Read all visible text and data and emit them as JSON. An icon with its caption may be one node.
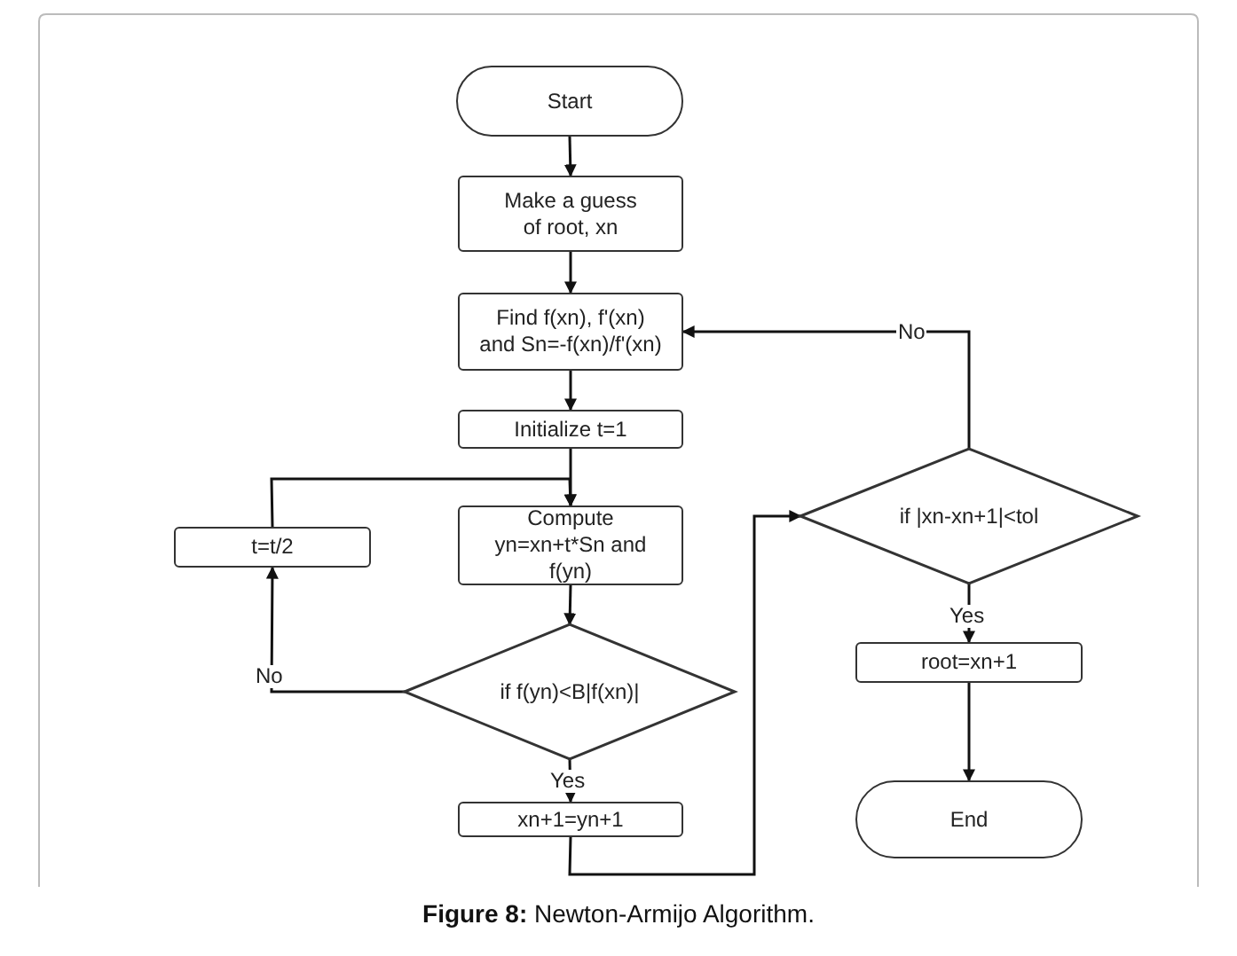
{
  "diagram": {
    "caption": "**Figure 8:** Newton-Armijo Algorithm.",
    "nodes": [
      {
        "text": [
          "Start"
        ]
      },
      {
        "text": [
          "Make a guess of root, xn"
        ]
      },
      {
        "text": [
          "Find f(xn), f'(xn) and Sn=-f(xn)/f'(xn)"
        ]
      },
      {
        "text": [
          "Initialize t=1"
        ]
      },
      {
        "text": [
          "Compute yn=xn+t*Sn and f(yn)"
        ]
      },
      {
        "text": [
          "t=t/2"
        ]
      },
      {
        "text": [
          "if f(yn)<B|f(xn)|"
        ]
      },
      {
        "text": [
          "xn+1=yn+1"
        ]
      },
      {
        "text": [
          "if |xn-xn+1|<tol"
        ]
      },
      {
        "text": [
          "root=xn+1"
        ]
      },
      {
        "text": [
          "End"
        ]
      }
    ],
    "edges": [
      {
        "from": 0,
        "to": 1,
        "arrow": "to"
      },
      {
        "from": 1,
        "to": 2,
        "arrow": "to"
      },
      {
        "from": 2,
        "to": 3,
        "arrow": "to"
      },
      {
        "from": 3,
        "to": 4,
        "arrow": "to"
      },
      {
        "from": 4,
        "to": 6,
        "arrow": "to"
      },
      {
        "from": 6,
        "to": 5,
        "arrow": "to",
        "label": "No"
      },
      {
        "from": 5,
        "to": 4,
        "arrow": "to"
      },
      {
        "from": 6,
        "to": 7,
        "arrow": "to",
        "label": "Yes"
      },
      {
        "from": 7,
        "to": 8,
        "arrow": "to"
      },
      {
        "from": 8,
        "to": 2,
        "arrow": "to",
        "label": "No"
      },
      {
        "from": 8,
        "to": 9,
        "arrow": "to",
        "label": "Yes"
      },
      {
        "from": 9,
        "to": 10,
        "arrow": "to"
      }
    ]
  }
}
